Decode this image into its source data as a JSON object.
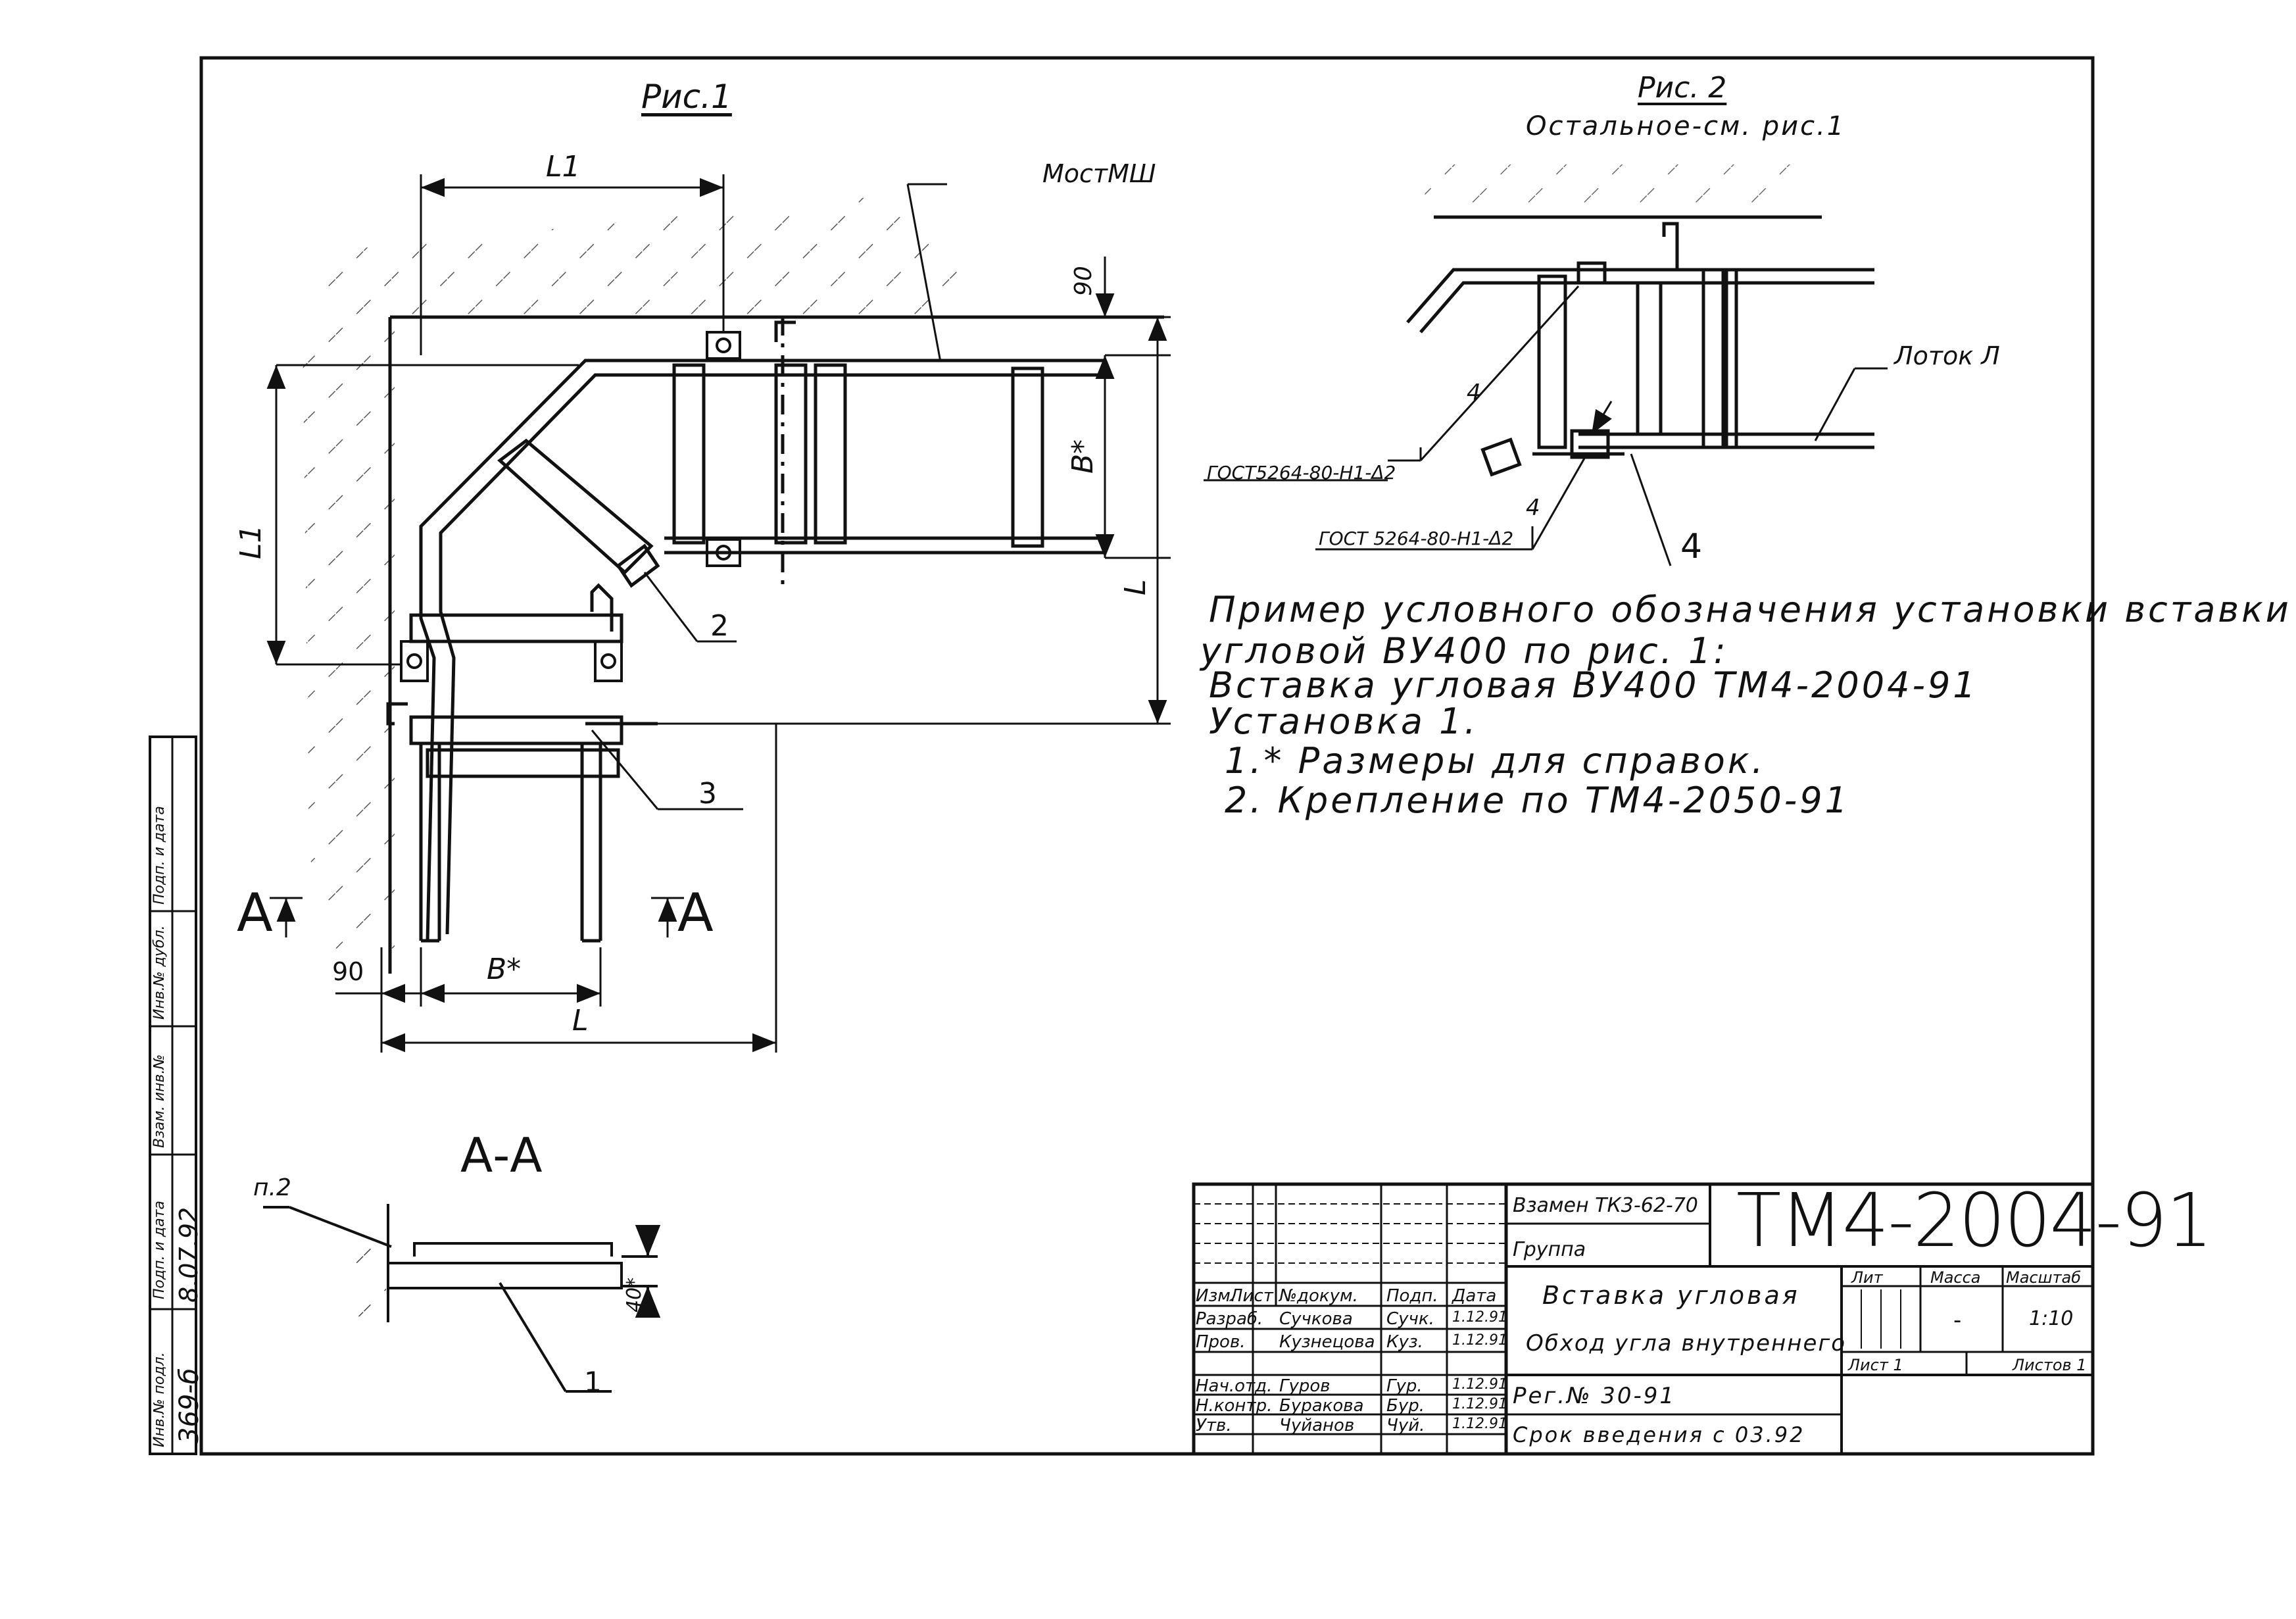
{
  "fig1": {
    "title": "Рис.1",
    "label_bridge": "МостМШ",
    "dim_l1_top": "L1",
    "dim_l1_left": "L1",
    "dim_90_top": "90",
    "dim_b_right": "B*",
    "dim_l_right": "L",
    "dim_90_bottom": "90",
    "dim_b_bottom": "B*",
    "dim_l_bottom": "L",
    "callout_2": "2",
    "callout_3": "3",
    "section_left": "А",
    "section_right": "А"
  },
  "fig2": {
    "title": "Рис. 2",
    "subtitle": "Остальное-см. рис.1",
    "label_tray": "Лоток Л",
    "weld_note_1": "ГОСТ5264-80-Н1-Δ2",
    "weld_note_2": "ГОСТ 5264-80-Н1-Δ2",
    "weld_leg_1": "4",
    "weld_leg_2": "4",
    "callout_4": "4"
  },
  "notes": {
    "line1": "Пример условного обозначения установки вставки",
    "line2": "угловой ВУ400 по рис. 1:",
    "line3": "Вставка угловая ВУ400 ТМ4-2004-91",
    "line4": "Установка 1.",
    "line5": "1.* Размеры для справок.",
    "line6": "2. Крепление по ТМ4-2050-91"
  },
  "section_aa": {
    "title": "А-А",
    "callout_p2": "п.2",
    "dim_40": "40*",
    "callout_1": "1"
  },
  "title_block": {
    "replaces": "Взамен ТК3-62-70",
    "group": "Группа",
    "doc_code": "ТМ4-2004-91",
    "name_line1": "Вставка угловая",
    "name_line2": "Обход угла внутреннего",
    "header_lit": "Лит",
    "header_mass": "Масса",
    "header_scale": "Масштаб",
    "mass_value": "-",
    "scale_value": "1:10",
    "sheet_label": "Лист 1",
    "sheets_label": "Листов 1",
    "reg_no": "Рег.№ 30-91",
    "valid_from": "Срок введения с 03.92",
    "col_headers": [
      "Изм.",
      "Лист",
      "№докум.",
      "Подп.",
      "Дата"
    ],
    "rows": [
      {
        "role": "Разраб.",
        "name": "Сучкова",
        "sign": "Сучк.",
        "date": "1.12.91"
      },
      {
        "role": "Пров.",
        "name": "Кузнецова",
        "sign": "Куз.",
        "date": "1.12.91"
      },
      {
        "role": "Нач.отд.",
        "name": "Гуров",
        "sign": "Гур.",
        "date": "1.12.91"
      },
      {
        "role": "Н.контр.",
        "name": "Буракова",
        "sign": "Бур.",
        "date": "1.12.91"
      },
      {
        "role": "Утв.",
        "name": "Чуйанов",
        "sign": "Чуй.",
        "date": "1.12.91"
      }
    ]
  },
  "side_stamp": {
    "inv_no": "369-б",
    "date": "8.07.92",
    "col1": "Инв.№ подл.",
    "col2": "Подп. и дата",
    "col3": "Взам. инв.№",
    "col4": "Инв.№ дубл.",
    "col5": "Подп. и дата"
  }
}
